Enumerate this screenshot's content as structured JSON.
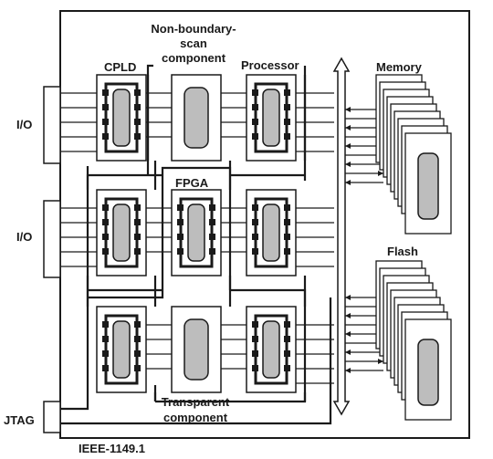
{
  "labels": {
    "io_top": "I/O",
    "io_mid": "I/O",
    "jtag": "JTAG",
    "standard": "IEEE-1149.1",
    "cpld": "CPLD",
    "non_boundary_1": "Non-boundary-",
    "non_boundary_2": "scan",
    "non_boundary_3": "component",
    "processor": "Processor",
    "fpga": "FPGA",
    "transparent_1": "Transparent",
    "transparent_2": "component",
    "memory": "Memory",
    "flash": "Flash"
  },
  "colors": {
    "ink": "#1a1a1a",
    "chip_fill": "#ffffff",
    "die_fill": "#bdbdbd",
    "pin_fill": "#1a1a1a"
  }
}
